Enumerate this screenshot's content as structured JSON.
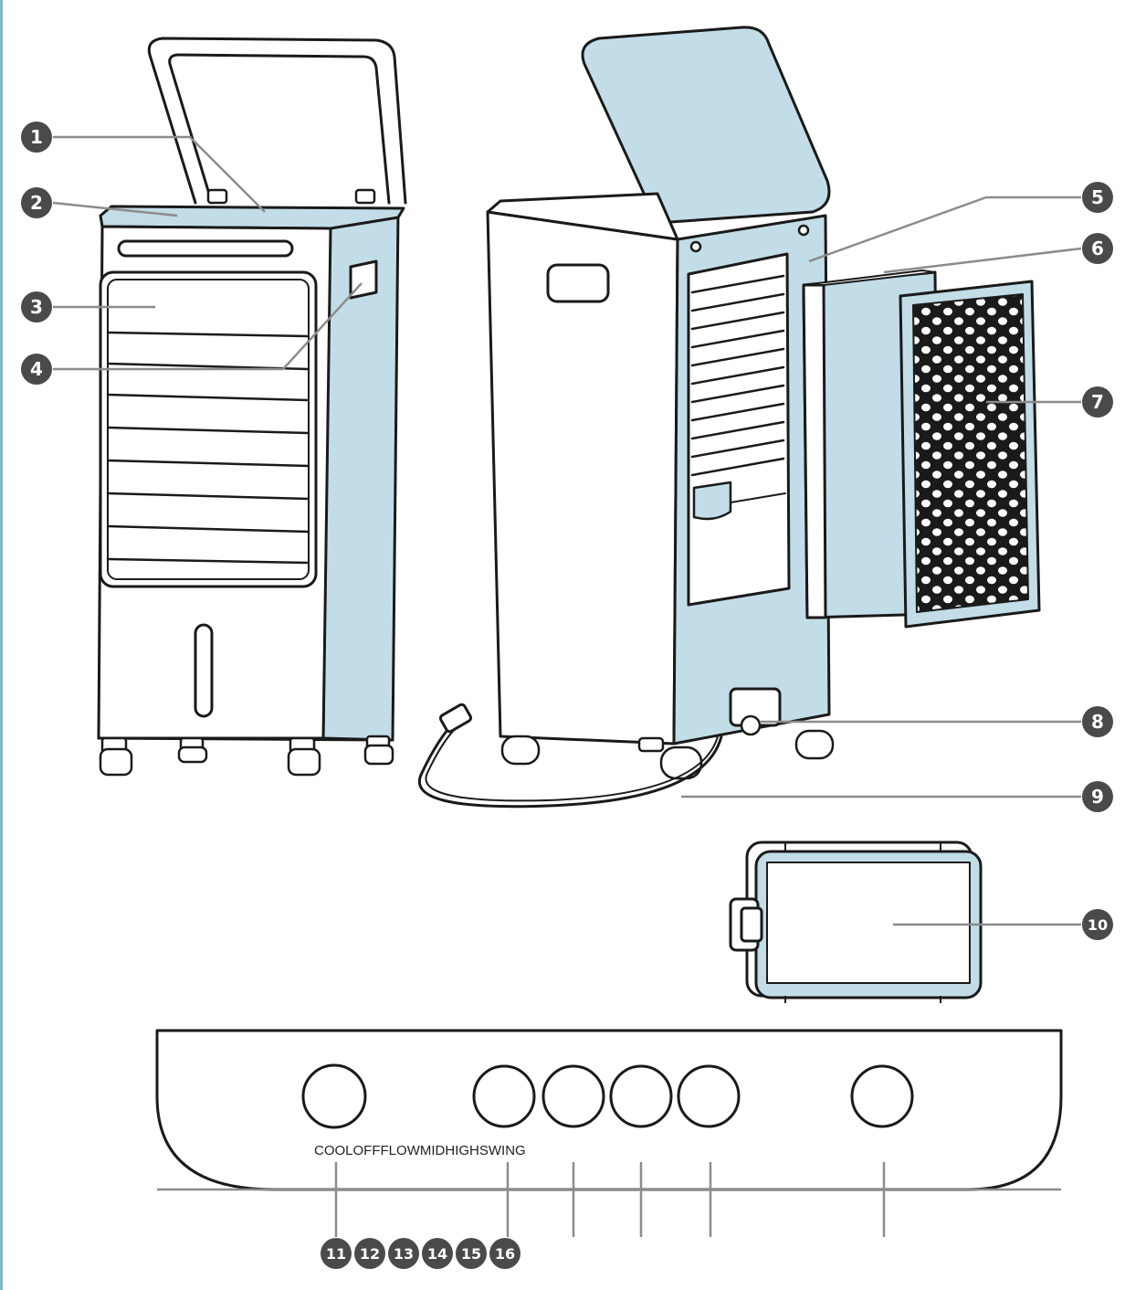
{
  "colors": {
    "fill": "#c2dde8",
    "outline": "#1a1a1a",
    "leader": "#8c8c8c",
    "marker": "#4a4a4a",
    "marker_text": "#ffffff",
    "background": "#ffffff"
  },
  "callouts": [
    "1",
    "2",
    "3",
    "4",
    "5",
    "6",
    "7",
    "8",
    "9",
    "10",
    "11",
    "12",
    "13",
    "14",
    "15",
    "16"
  ],
  "panel": {
    "labels": [
      "COOL",
      "OFF",
      "FLOW",
      "MID",
      "HIGH",
      "SWING"
    ]
  }
}
